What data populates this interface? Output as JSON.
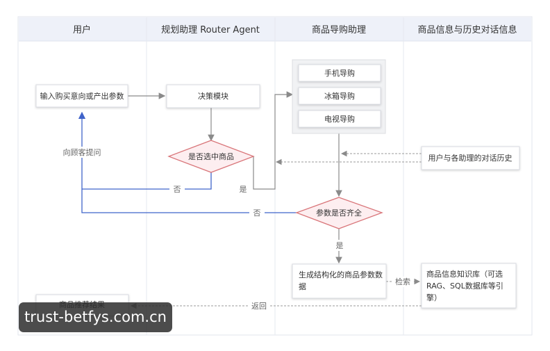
{
  "lanes": {
    "user": "用户",
    "router": "规划助理 Router Agent",
    "guide": "商品导购助理",
    "info": "商品信息与历史对话信息"
  },
  "nodes": {
    "input_intent": "输入购买意向或产出参数",
    "decision_module": "决策模块",
    "product_selected": "是否选中商品",
    "phone_guide": "手机导购",
    "fridge_guide": "冰箱导购",
    "tv_guide": "电视导购",
    "dialog_history": "用户与各助理的对话历史",
    "params_complete": "参数是否齐全",
    "generate_params_line1": "生成结构化的商品参数数",
    "generate_params_line2": "据",
    "knowledge_line1": "商品信息知识库（可选",
    "knowledge_line2": "RAG、SQL数据库等引",
    "knowledge_line3": "擎）",
    "recommend_result": "商品推荐结果"
  },
  "edge_labels": {
    "ask_customer": "向顾客提问",
    "no_1": "否",
    "yes_1": "是",
    "no_2": "否",
    "yes_2": "是",
    "search": "检索",
    "return": "返回"
  },
  "colors": {
    "header_bg": "#eef1f9",
    "diamond_stroke": "#d9767a",
    "diamond_fill": "#fdeef0",
    "feedback_line": "#3f63c9",
    "connector": "#8a8a8a"
  },
  "watermark": "trust-betfys.com.cn"
}
